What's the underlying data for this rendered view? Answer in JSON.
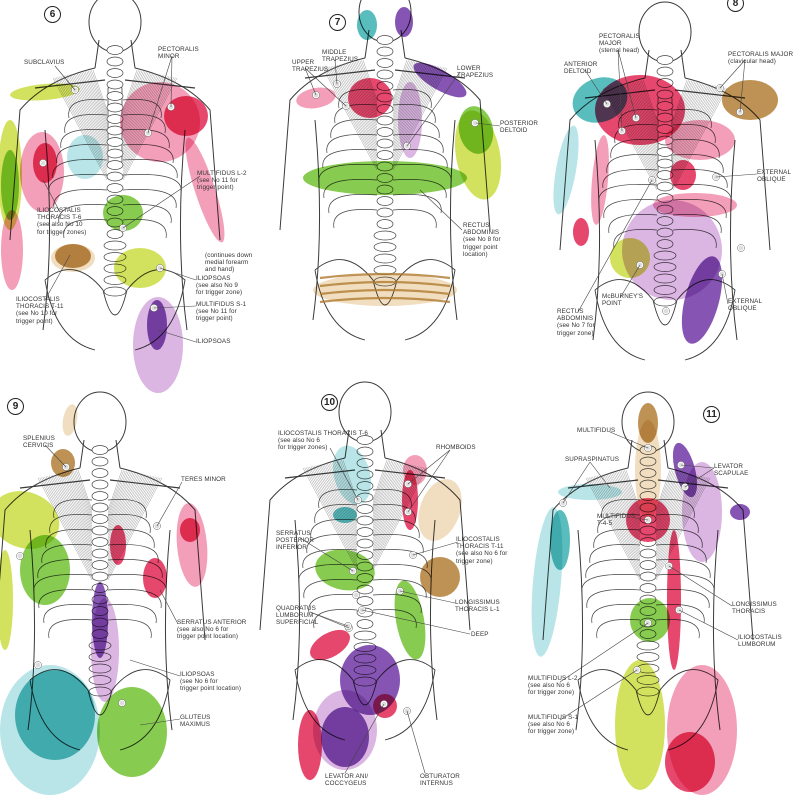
{
  "colors": {
    "pink": "#f28aab",
    "red": "#e11f4c",
    "lime": "#c9dc3a",
    "green": "#6cbf2a",
    "teal": "#35aeb0",
    "lightblue": "#a9dfe3",
    "purple": "#6b2fa2",
    "lilac": "#d3a6dc",
    "brown": "#b07a2e",
    "tan": "#eed7b2",
    "outline": "#3a3a3a"
  },
  "panels": [
    {
      "number": "6",
      "labels": [
        "SUBCLAVIUS",
        "PECTORALIS\nMINOR",
        "MULTIFIDUS L-2\n(see No 11 for\ntrigger point)",
        "ILIOCOSTALIS\nTHORACIS T-6\n(see also No 10\nfor trigger zones)",
        "(continues down\nmedial forearm\nand hand)",
        "ILIOPSOAS\n(see also No 9\nfor trigger zone)",
        "ILIOCOSTALIS\nTHORACIS T-11\n(see No 10 for\ntrigger point)",
        "MULTIFIDUS S-1\n(see No 11 for\ntrigger point)",
        "ILIOPSOAS"
      ]
    },
    {
      "number": "7",
      "labels": [
        "MIDDLE\nTRAPEZIUS",
        "UPPER\nTRAPEZIUS",
        "LOWER\nTRAPEZIUS",
        "POSTERIOR\nDELTOID",
        "RECTUS\nABDOMINIS\n(see No 8 for\ntrigger point\nlocation)"
      ]
    },
    {
      "number": "8",
      "labels": [
        "PECTORALIS\nMAJOR\n(sternal head)",
        "ANTERIOR\nDELTOID",
        "PECTORALIS MAJOR\n(clavicular head)",
        "EXTERNAL\nOBLIQUE",
        "McBURNEY'S\nPOINT",
        "RECTUS\nABDOMINIS\n(see No 7 for\ntrigger zone)",
        "EXTERNAL\nOBLIQUE"
      ]
    },
    {
      "number": "9",
      "labels": [
        "SPLENIUS\nCERVICIS",
        "TERES MINOR",
        "SERRATUS ANTERIOR\n(see also No 6 for\ntrigger point location)",
        "ILIOPSOAS\n(see No 6 for\ntrigger point location)",
        "GLUTEUS\nMAXIMUS"
      ]
    },
    {
      "number": "10",
      "labels": [
        "ILIOCOSTALIS THORACIS T-6\n(see also No 6\nfor trigger zones)",
        "RHOMBOIDS",
        "SERRATUS\nPOSTERIOR\nINFERIOR",
        "ILIOCOSTALIS\nTHORACIS T-11\n(see also No 6 for\ntrigger zone)",
        "LONGISSIMUS\nTHORACIS L-1",
        "QUADRATUS\nLUMBORUM\nSUPERFICIAL",
        "DEEP",
        "LEVATOR ANI/\nCOCCYGEUS",
        "OBTURATOR\nINTERNUS"
      ]
    },
    {
      "number": "11",
      "labels": [
        "MULTIFIDUS",
        "SUPRASPINATUS",
        "LEVATOR\nSCAPULAE",
        "MULTIFIDUS\nT-4-5",
        "LONGISSIMUS\nTHORACIS",
        "ILIOCOSTALIS\nLUMBORUM",
        "MULTIFIDUS L-2\n(see also No 6\nfor trigger zone)",
        "MULTIFIDUS S-1\n(see also No 6\nfor trigger zone)"
      ]
    }
  ]
}
